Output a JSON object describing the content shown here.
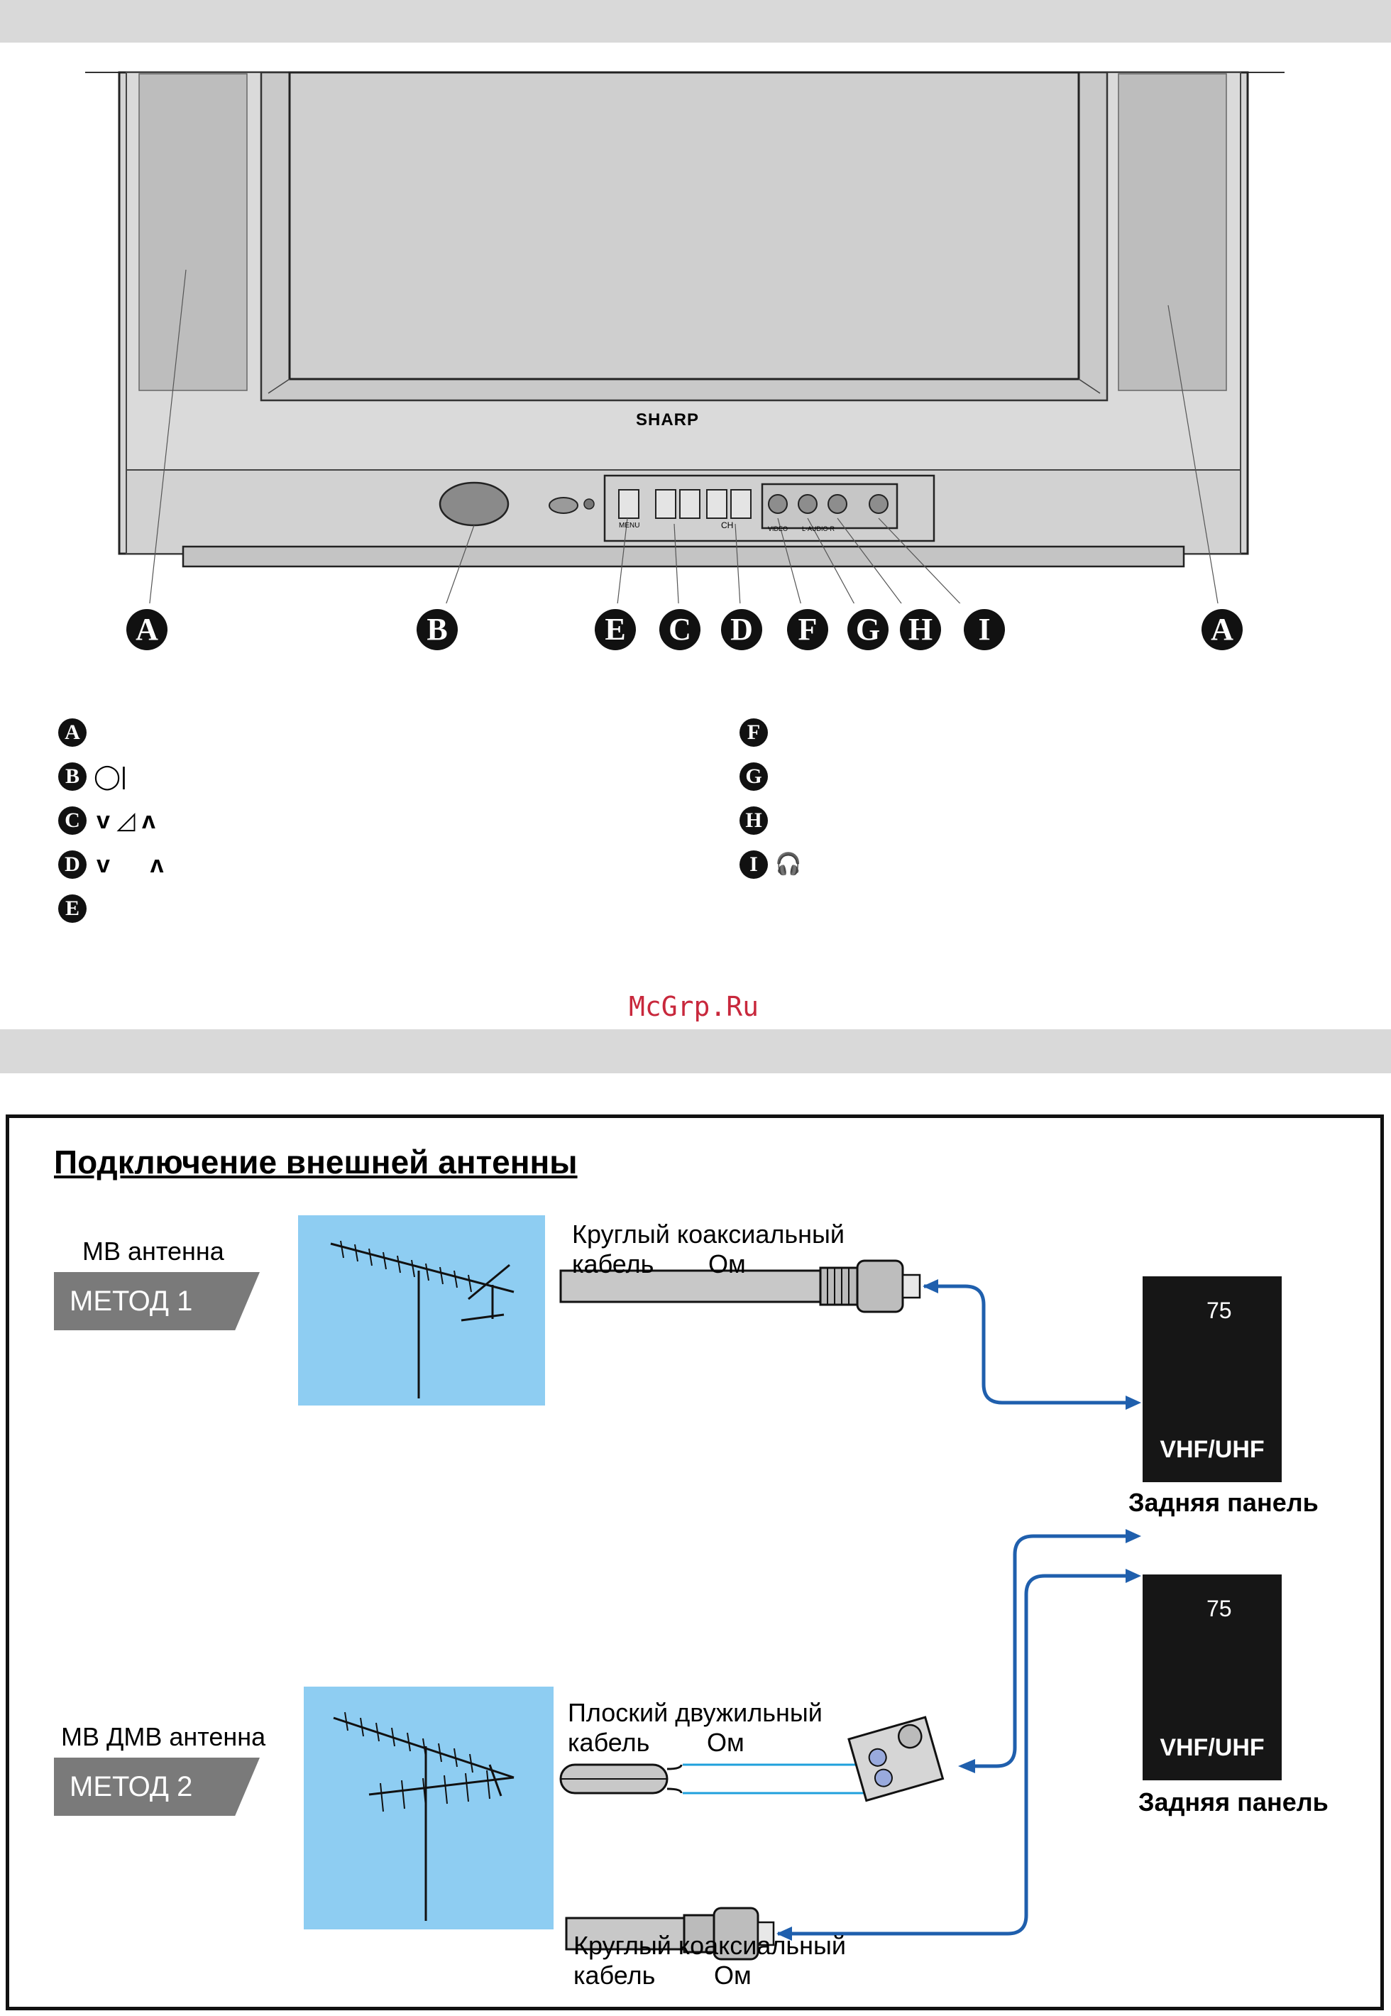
{
  "tv": {
    "brand": "SHARP",
    "panel_labels": [
      "MENU",
      "CH",
      "VIDEO",
      "L-AUDIO-R"
    ]
  },
  "callouts": [
    "A",
    "B",
    "E",
    "C",
    "D",
    "F",
    "G",
    "H",
    "I",
    "A"
  ],
  "legend": {
    "left": [
      {
        "letter": "A",
        "symbol": ""
      },
      {
        "letter": "B",
        "symbol": "◯|"
      },
      {
        "letter": "C",
        "symbol": "v ◿ ʌ"
      },
      {
        "letter": "D",
        "symbol": "v      ʌ"
      },
      {
        "letter": "E",
        "symbol": ""
      }
    ],
    "right": [
      {
        "letter": "F",
        "symbol": ""
      },
      {
        "letter": "G",
        "symbol": ""
      },
      {
        "letter": "H",
        "symbol": ""
      },
      {
        "letter": "I",
        "symbol": "🎧"
      }
    ]
  },
  "watermark": "McGrp.Ru",
  "antenna": {
    "title": "Подключение внешней антенны",
    "method1": {
      "antenna_label": "МВ антенна",
      "badge": "МЕТОД 1",
      "cable_line1": "Круглый коаксиальный",
      "cable_line2_a": "кабель",
      "cable_line2_b": "Ом",
      "rear_number": "75",
      "rear_label": "VHF/UHF",
      "rear_caption": "Задняя панель"
    },
    "method2": {
      "antenna_label": "МВ ДМВ антенна",
      "badge": "МЕТОД 2",
      "flat_cable_line1": "Плоский двужильный",
      "flat_cable_line2_a": "кабель",
      "flat_cable_line2_b": "Ом",
      "coax_line1": "Круглый коаксиальный",
      "coax_line2_a": "кабель",
      "coax_line2_b": "Ом",
      "rear_number": "75",
      "rear_label": "VHF/UHF",
      "rear_caption": "Задняя панель"
    }
  },
  "colors": {
    "arrow": "#1f5fad",
    "antenna_bg": "#8ecdf2",
    "band": "#d9d9d9",
    "watermark": "#c8283c"
  }
}
